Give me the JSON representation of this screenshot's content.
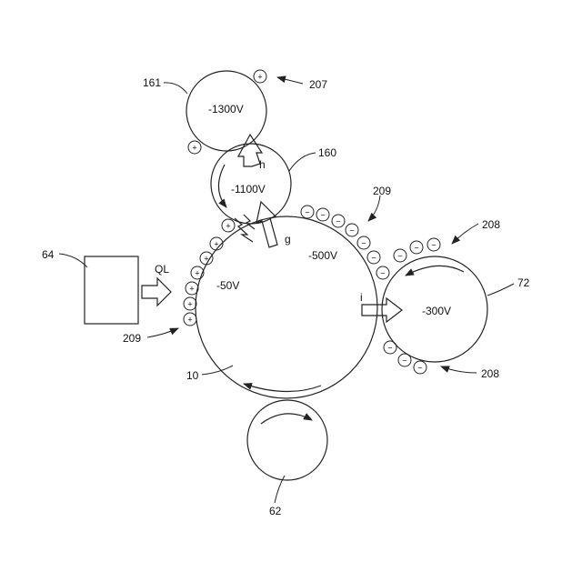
{
  "labels": {
    "ref_161": "161",
    "ref_207": "207",
    "ref_160": "160",
    "ref_209_top": "209",
    "ref_208_top": "208",
    "ref_64": "64",
    "ref_ql": "QL",
    "ref_72": "72",
    "ref_209_left": "209",
    "ref_10": "10",
    "ref_208_bottom": "208",
    "ref_62": "62",
    "arrow_h": "h",
    "arrow_g": "g",
    "arrow_i": "i"
  },
  "voltages": {
    "roller_161": "-1300V",
    "roller_160": "-1100V",
    "drum_surface": "-500V",
    "drum_exposed": "-50V",
    "roller_72": "-300V"
  },
  "charges": {
    "positive": "+",
    "negative": "−"
  },
  "colors": {
    "line": "#222222",
    "background": "#ffffff"
  }
}
